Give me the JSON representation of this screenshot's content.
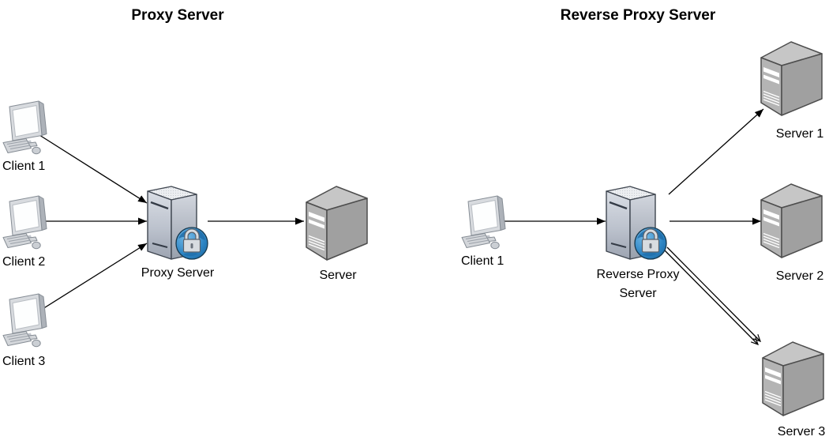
{
  "diagrams": {
    "left": {
      "title": "Proxy Server",
      "clients": [
        {
          "label": "Client 1"
        },
        {
          "label": "Client 2"
        },
        {
          "label": "Client 3"
        }
      ],
      "proxy": {
        "label": "Proxy Server"
      },
      "server": {
        "label": "Server"
      }
    },
    "right": {
      "title": "Reverse Proxy Server",
      "client": {
        "label": "Client 1"
      },
      "proxy": {
        "label_lines": [
          "Reverse Proxy",
          "Server"
        ]
      },
      "servers": [
        {
          "label": "Server 1"
        },
        {
          "label": "Server 2"
        },
        {
          "label": "Server 3"
        }
      ]
    }
  },
  "icons": {
    "client": "desktop-computer-icon",
    "proxy": "tower-server-globe-lock-icon",
    "server": "tower-server-icon",
    "badge": "globe-padlock-icon"
  },
  "colors": {
    "background": "#ffffff",
    "text": "#000000",
    "arrow": "#000000",
    "tower_body": "#bfc5cf",
    "server_gray": "#a4a4a4",
    "globe_blue": "#2b83c2"
  }
}
